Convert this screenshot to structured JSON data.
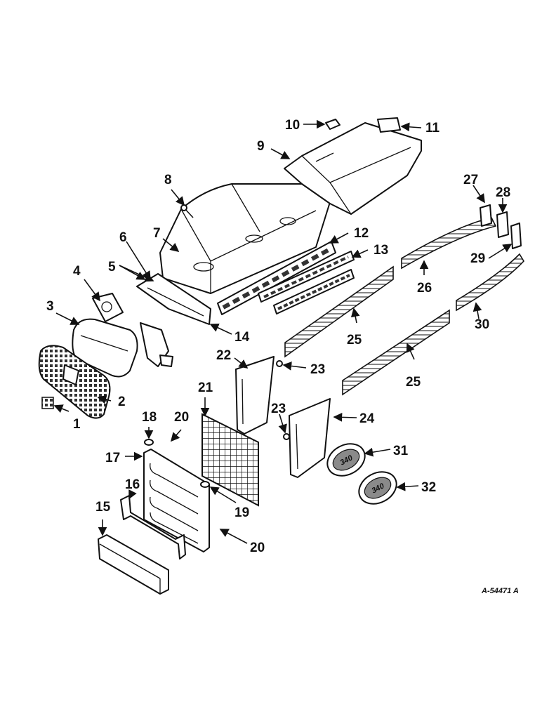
{
  "drawing_ref": "A-54471 A",
  "callouts": [
    "1",
    "2",
    "3",
    "4",
    "5",
    "6",
    "7",
    "8",
    "9",
    "10",
    "11",
    "12",
    "13",
    "14",
    "15",
    "16",
    "17",
    "18",
    "19",
    "20",
    "21",
    "22",
    "23",
    "24",
    "25",
    "26",
    "27",
    "28",
    "29",
    "30",
    "31",
    "32"
  ],
  "badge_text": "340",
  "colors": {
    "ink": "#111111",
    "paper": "#ffffff",
    "shade": "#8a8a8a"
  }
}
